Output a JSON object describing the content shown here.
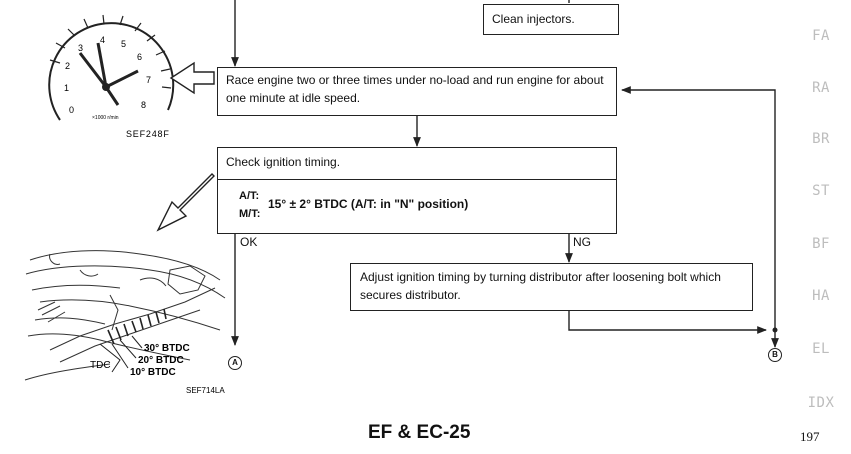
{
  "flow": {
    "clean_injectors": "Clean injectors.",
    "race_engine": "Race engine two or three times under no-load and run engine for about one minute at idle speed.",
    "check_timing": "Check ignition timing.",
    "at_label": "A/T:",
    "mt_label": "M/T:",
    "spec": "15° ± 2° BTDC (A/T: in \"N\" position)",
    "ok_label": "OK",
    "ng_label": "NG",
    "adjust": "Adjust ignition timing by turning distributor after loosening bolt which secures distributor.",
    "connector_a": "A",
    "connector_b": "B"
  },
  "tachometer": {
    "ticks": [
      "1",
      "2",
      "3",
      "4",
      "5",
      "6",
      "7",
      "8"
    ],
    "zero": "0",
    "unit": "×1000 r/min",
    "figure_id": "SEF248F"
  },
  "timing_figure": {
    "marks": [
      "30° BTDC",
      "20° BTDC",
      "10° BTDC"
    ],
    "tdc": "TDC",
    "figure_id": "SEF714LA"
  },
  "page": {
    "section_title": "EF & EC-25",
    "page_number": "197"
  },
  "sidebar": {
    "tabs": [
      "FA",
      "RA",
      "BR",
      "ST",
      "BF",
      "HA",
      "EL",
      "IDX"
    ]
  }
}
